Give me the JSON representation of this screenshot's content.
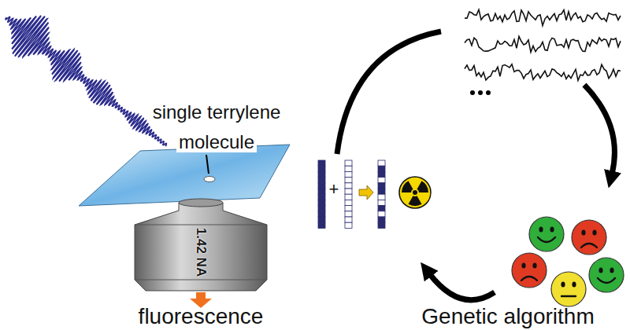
{
  "diagram": {
    "nodes": [
      {
        "text": [
          "1.42 NA"
        ]
      }
    ],
    "labels": [
      "single terrylene molecule",
      "+",
      "fluorescence",
      "Genetic algorithm"
    ]
  }
}
